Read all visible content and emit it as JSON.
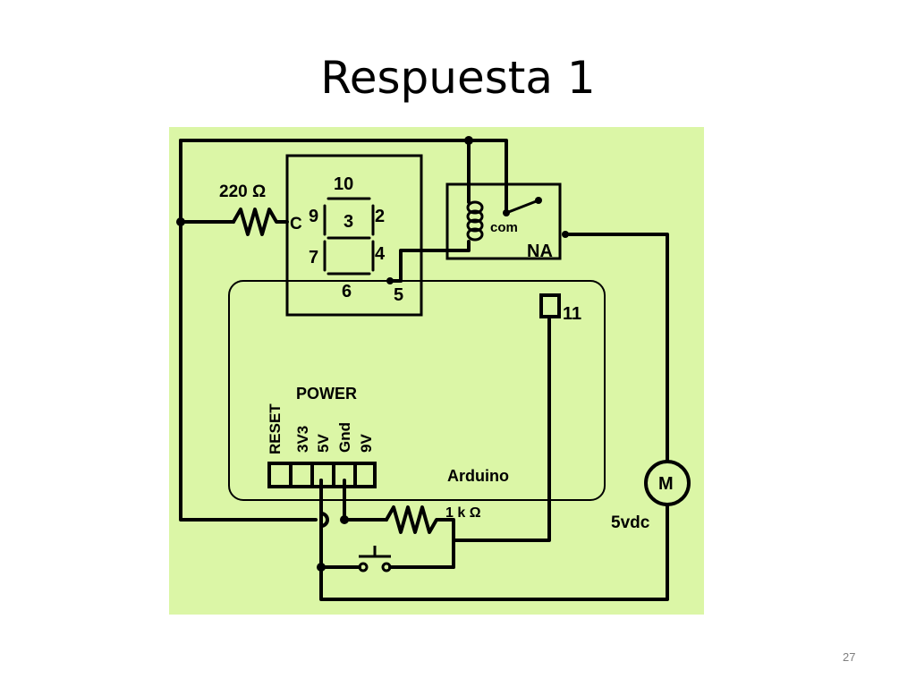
{
  "slide": {
    "title": "Respuesta  1",
    "number": "27"
  },
  "colors": {
    "panel": "#dbf6a6",
    "ink": "#000000"
  },
  "diagram": {
    "resistor_top": "220 Ω",
    "resistor_bottom": "1 k Ω",
    "display": {
      "common": "C",
      "pin_top": "10",
      "pin_upper_left": "9",
      "pin_center": "3",
      "pin_upper_right": "2",
      "pin_lower_left": "7",
      "pin_lower_right": "4",
      "pin_bottom": "6",
      "pin_dp": "5"
    },
    "relay": {
      "com": "com",
      "no": "NA"
    },
    "arduino": {
      "name": "Arduino",
      "pin": "11",
      "power": "POWER",
      "headers": [
        "RESET",
        "3V3",
        "5V",
        "Gnd",
        "9V"
      ]
    },
    "motor": {
      "symbol": "M",
      "supply": "5vdc"
    }
  }
}
